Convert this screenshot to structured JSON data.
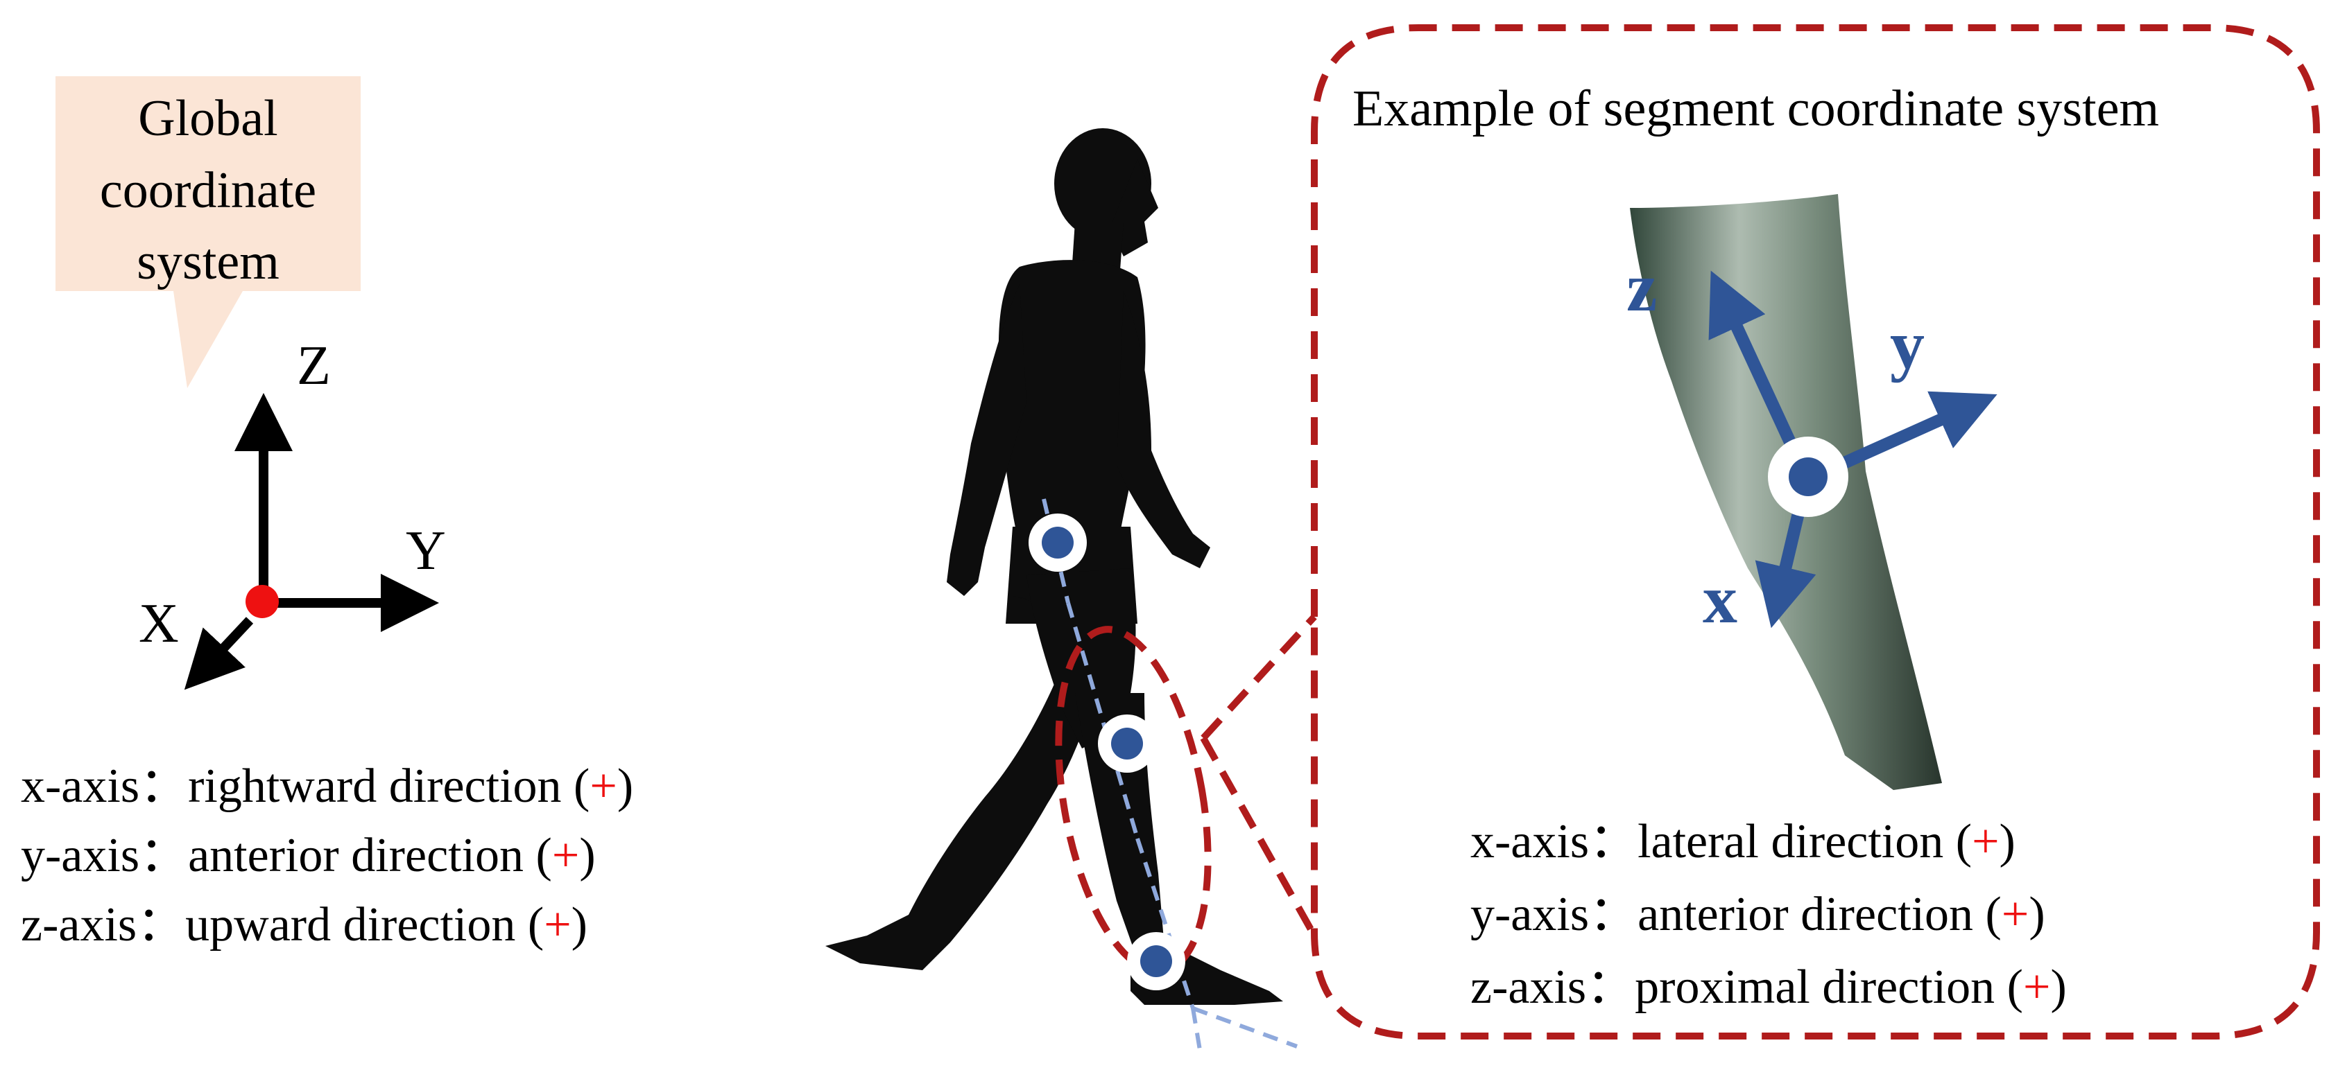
{
  "global_callout": {
    "lines": [
      "Global",
      "coordinate",
      "system"
    ]
  },
  "global_axes": {
    "z": "Z",
    "y": "Y",
    "x": "X"
  },
  "global_definitions": [
    {
      "axis": "x-axis",
      "sep": "：",
      "text": "rightward direction",
      "open": "(",
      "plus": "+",
      "close": ")"
    },
    {
      "axis": "y-axis",
      "sep": "：",
      "text": "anterior direction",
      "open": "(",
      "plus": "+",
      "close": ")"
    },
    {
      "axis": "z-axis",
      "sep": "：",
      "text": "upward direction",
      "open": "(",
      "plus": "+",
      "close": ")"
    }
  ],
  "segment_panel": {
    "title": "Example of segment coordinate system",
    "axes": {
      "z": "z",
      "y": "y",
      "x": "x"
    },
    "definitions": [
      {
        "axis": "x-axis",
        "sep": "：",
        "text": "lateral direction",
        "open": "(",
        "plus": "+",
        "close": ")"
      },
      {
        "axis": "y-axis",
        "sep": "：",
        "text": "anterior direction",
        "open": "(",
        "plus": "+",
        "close": ")"
      },
      {
        "axis": "z-axis",
        "sep": "：",
        "text": "proximal direction",
        "open": "(",
        "plus": "+",
        "close": ")"
      }
    ]
  },
  "colors": {
    "callout_fill": "#fbe5d6",
    "axis_black": "#000000",
    "origin_red": "#ee1111",
    "segment_blue": "#2f5597",
    "dashed_red": "#b01c1c",
    "body_silhouette": "#0d0d0d",
    "segment_line": "#8fa9dc"
  },
  "icons": {
    "origin": "red-dot-origin",
    "joint_markers": "white-ring-blue-dot",
    "figure": "walking-human-silhouette",
    "segment_image": "shank-segment-image"
  }
}
